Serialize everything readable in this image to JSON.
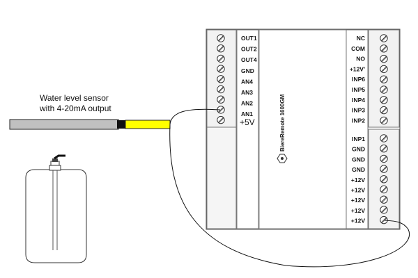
{
  "sensor": {
    "label_line1": "Water level sensor",
    "label_line2": "with 4-20mA output",
    "cable_color": "#ffff00",
    "body_color": "#c0c0c0"
  },
  "device": {
    "name": "BiereRemote 1600GM",
    "logo_icon": "device-logo-icon",
    "power_label": "+5V",
    "left_pins": [
      "OUT1",
      "OUT2",
      "OUT4",
      "GND",
      "AN4",
      "AN3",
      "AN2",
      "AN1"
    ],
    "right_top_pins": [
      "NC",
      "COM",
      "NO",
      "+12V'",
      "INP6",
      "INP5",
      "INP4",
      "INP3",
      "INP2"
    ],
    "right_bottom_pins": [
      "INP1",
      "GND",
      "GND",
      "GND",
      "+12V",
      "+12V",
      "+12V",
      "+12V",
      "+12V"
    ],
    "terminal_icon": "screw-terminal-icon"
  },
  "tank": {
    "icon": "water-tank-icon"
  }
}
